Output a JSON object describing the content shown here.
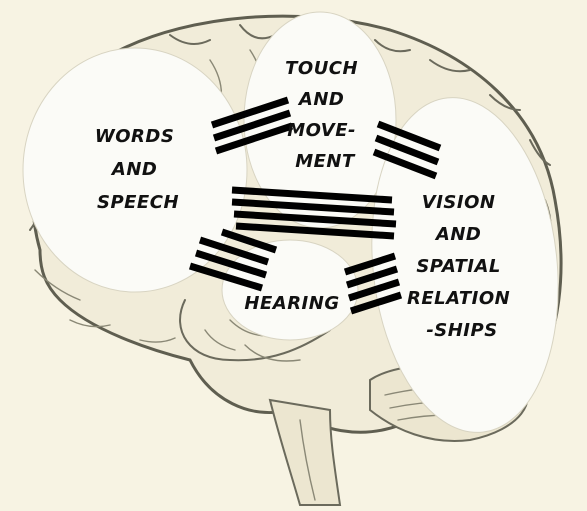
{
  "diagram": {
    "regions": [
      {
        "id": "words-speech",
        "lines": [
          "WORDS",
          "AND",
          "SPEECH"
        ]
      },
      {
        "id": "touch-movement",
        "lines": [
          "TOUCH",
          "AND",
          "MOVE-",
          "MENT"
        ]
      },
      {
        "id": "vision-spatial",
        "lines": [
          "VISION",
          "AND",
          "SPATIAL",
          "RELATION",
          "-SHIPS"
        ]
      },
      {
        "id": "hearing",
        "lines": [
          "HEARING"
        ]
      }
    ]
  },
  "colors": {
    "background": "#f7f3e3",
    "region_fill": "#fbfbf7",
    "connector": "#000000",
    "brain_line": "#6b6a5c"
  }
}
